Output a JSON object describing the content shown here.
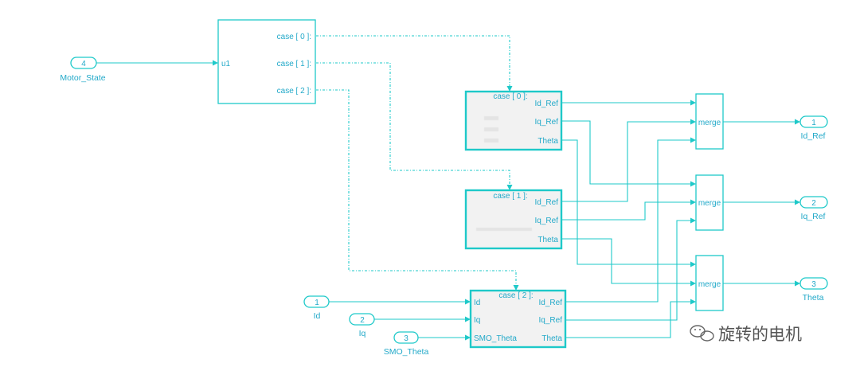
{
  "switch_case": {
    "input_label": "u1",
    "case_labels": [
      "case [ 0 ]:",
      "case [ 1 ]:",
      "case [ 2 ]:"
    ]
  },
  "subsystems": [
    {
      "title": "case [ 0 ]:",
      "outputs": [
        "Id_Ref",
        "Iq_Ref",
        "Theta"
      ]
    },
    {
      "title": "case [ 1 ]:",
      "outputs": [
        "Id_Ref",
        "Iq_Ref",
        "Theta"
      ]
    },
    {
      "title": "case [ 2 ]:",
      "inputs": [
        "Id",
        "Iq",
        "SMO_Theta"
      ],
      "outputs": [
        "Id_Ref",
        "Iq_Ref",
        "Theta"
      ]
    }
  ],
  "merges": [
    {
      "label": "merge"
    },
    {
      "label": "merge"
    },
    {
      "label": "merge"
    }
  ],
  "inports": [
    {
      "number": "4",
      "name": "Motor_State"
    },
    {
      "number": "1",
      "name": "Id"
    },
    {
      "number": "2",
      "name": "Iq"
    },
    {
      "number": "3",
      "name": "SMO_Theta"
    }
  ],
  "outports": [
    {
      "number": "1",
      "name": "Id_Ref"
    },
    {
      "number": "2",
      "name": "Iq_Ref"
    },
    {
      "number": "3",
      "name": "Theta"
    }
  ],
  "watermark": {
    "icon": "wechat-icon",
    "text": "旋转的电机"
  },
  "colors": {
    "line": "#1ec9c9",
    "text": "#22a9c9",
    "subsystem_fill": "#f2f2f2"
  }
}
